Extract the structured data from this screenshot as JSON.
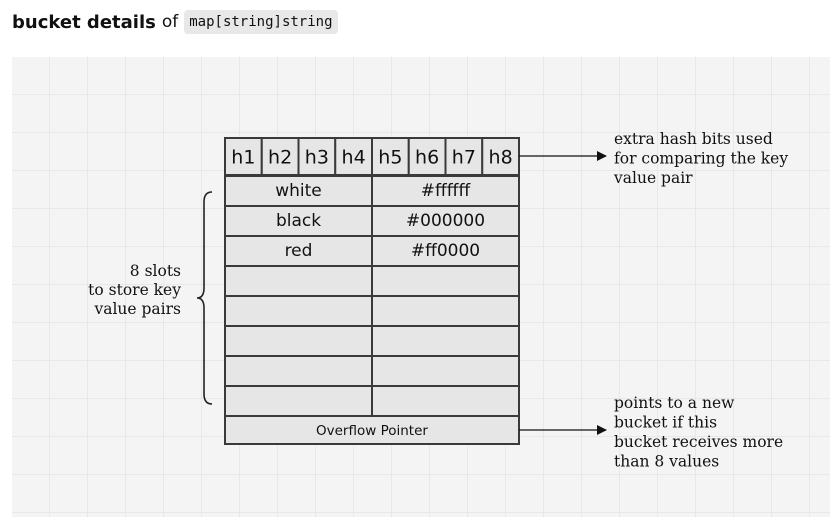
{
  "heading": {
    "bold": "bucket details",
    "of": "of",
    "code": "map[string]string"
  },
  "diagram": {
    "hash_bits": [
      "h1",
      "h2",
      "h3",
      "h4",
      "h5",
      "h6",
      "h7",
      "h8"
    ],
    "slots": [
      {
        "key": "white",
        "value": "#ffffff"
      },
      {
        "key": "black",
        "value": "#000000"
      },
      {
        "key": "red",
        "value": "#ff0000"
      },
      {
        "key": "",
        "value": ""
      },
      {
        "key": "",
        "value": ""
      },
      {
        "key": "",
        "value": ""
      },
      {
        "key": "",
        "value": ""
      },
      {
        "key": "",
        "value": ""
      }
    ],
    "overflow_label": "Overflow Pointer",
    "slots_note": [
      "8 slots",
      "to store key",
      "value pairs"
    ],
    "hash_note": [
      "extra hash bits used",
      "for comparing the key",
      "value pair"
    ],
    "overflow_note": [
      "points to a new",
      "bucket if  this",
      "bucket receives more",
      "than 8 values"
    ]
  }
}
